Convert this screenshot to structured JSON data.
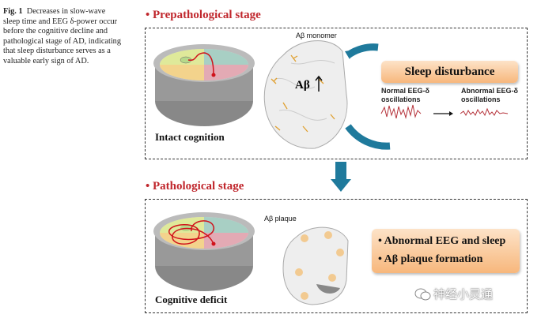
{
  "caption": {
    "label": "Fig. 1",
    "text": "Decreases in slow-wave sleep time and EEG δ-power occur before the cognitive decline and pathological stage of AD, indicating that sleep disturbance serves as a valuable early sign of AD."
  },
  "panel1": {
    "title": "Prepathological stage",
    "cognition": "Intact cognition",
    "monomer": "Aβ monomer",
    "abeta": "Aβ",
    "sleep": "Sleep disturbance",
    "normal_eeg": "Normal EEG-δ oscillations",
    "abnormal_eeg": "Abnormal EEG-δ oscillations"
  },
  "panel2": {
    "title": "Pathological stage",
    "cognition": "Cognitive deficit",
    "plaque": "Aβ plaque",
    "items": [
      "Abnormal EEG and sleep",
      "Aβ plaque formation"
    ]
  },
  "watermark": "神经小灵通",
  "colors": {
    "title": "#c0272d",
    "teal": "#1f7a9c"
  }
}
